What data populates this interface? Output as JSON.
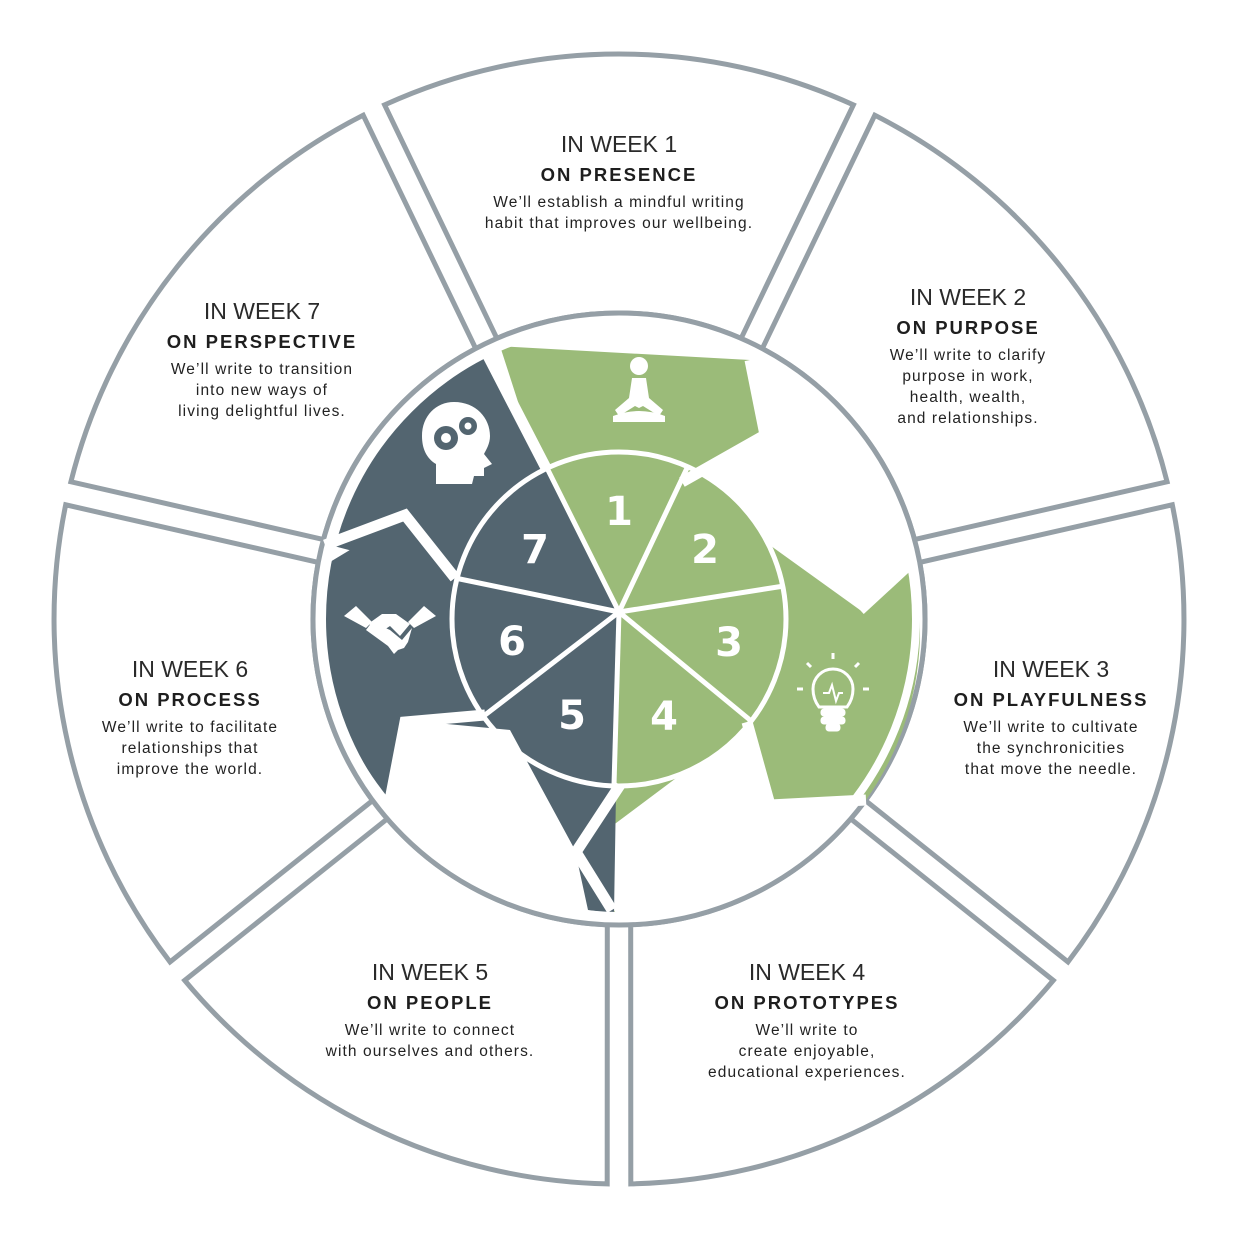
{
  "colors": {
    "green": "#9bbb79",
    "slate": "#536570",
    "outline": "#959fa6",
    "white": "#ffffff"
  },
  "weeks": [
    {
      "number": "1",
      "heading": "IN WEEK 1",
      "topic": "ON PRESENCE",
      "desc": [
        "We’ll establish a mindful writing",
        "habit that improves our wellbeing."
      ],
      "icon": "meditation-icon"
    },
    {
      "number": "2",
      "heading": "IN WEEK 2",
      "topic": "ON PURPOSE",
      "desc": [
        "We’ll write to clarify",
        "purpose in work,",
        "health, wealth,",
        "and relationships."
      ],
      "icon": "compass-icon"
    },
    {
      "number": "3",
      "heading": "IN WEEK 3",
      "topic": "ON PLAYFULNESS",
      "desc": [
        "We’ll write to cultivate",
        "the synchronicities",
        "that move the needle."
      ],
      "icon": "lightbulb-icon"
    },
    {
      "number": "4",
      "heading": "IN WEEK 4",
      "topic": "ON PROTOTYPES",
      "desc": [
        "We’ll write to",
        "create enjoyable,",
        "educational experiences."
      ],
      "icon": "clock-icon"
    },
    {
      "number": "5",
      "heading": "IN WEEK 5",
      "topic": "ON PEOPLE",
      "desc": [
        "We’ll write to connect",
        "with ourselves and others."
      ],
      "icon": "heart-icon"
    },
    {
      "number": "6",
      "heading": "IN WEEK 6",
      "topic": "ON PROCESS",
      "desc": [
        "We’ll write to facilitate",
        "relationships that",
        "improve the world."
      ],
      "icon": "handshake-icon"
    },
    {
      "number": "7",
      "heading": "IN WEEK 7",
      "topic": "ON PERSPECTIVE",
      "desc": [
        "We’ll write to transition",
        "into new ways of",
        "living delightful lives."
      ],
      "icon": "head-gears-icon"
    }
  ]
}
